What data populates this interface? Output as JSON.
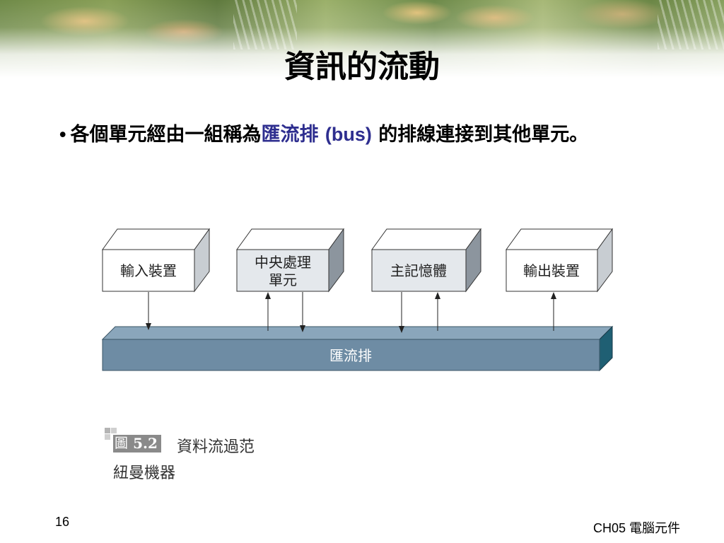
{
  "slide": {
    "title": "資訊的流動",
    "bullet": {
      "text_before": "各個單元經由一組稱為",
      "highlight": "匯流排",
      "highlight_en": "(bus)",
      "text_after": " 的排線連接到其他單元。"
    },
    "page_number": "16",
    "footer": "CH05 電腦元件"
  },
  "diagram": {
    "boxes": [
      {
        "id": "input",
        "label_line1": "輸入裝置",
        "label_line2": ""
      },
      {
        "id": "cpu",
        "label_line1": "中央處理",
        "label_line2": "單元"
      },
      {
        "id": "memory",
        "label_line1": "主記憶體",
        "label_line2": ""
      },
      {
        "id": "output",
        "label_line1": "輸出裝置",
        "label_line2": ""
      }
    ],
    "bus_label": "匯流排",
    "arrows": [
      {
        "from": "輸入裝置",
        "to": "匯流排"
      },
      {
        "from": "匯流排",
        "to": "中央處理單元"
      },
      {
        "from": "中央處理單元",
        "to": "匯流排"
      },
      {
        "from": "主記憶體",
        "to": "匯流排"
      },
      {
        "from": "匯流排",
        "to": "主記憶體"
      },
      {
        "from": "匯流排",
        "to": "輸出裝置"
      }
    ],
    "colors": {
      "bus_front": "#6e8ca4",
      "bus_top": "#8aa6bb",
      "bus_side": "#1f5f73",
      "box_white": "#ffffff",
      "box_gray": "#e4e8ec",
      "box_side": "#c8cdd2",
      "box_side_dark": "#8c959e"
    }
  },
  "caption": {
    "figure_char": "圖",
    "figure_number": "5.2",
    "title": "資料流過范",
    "source": "紐曼機器"
  }
}
